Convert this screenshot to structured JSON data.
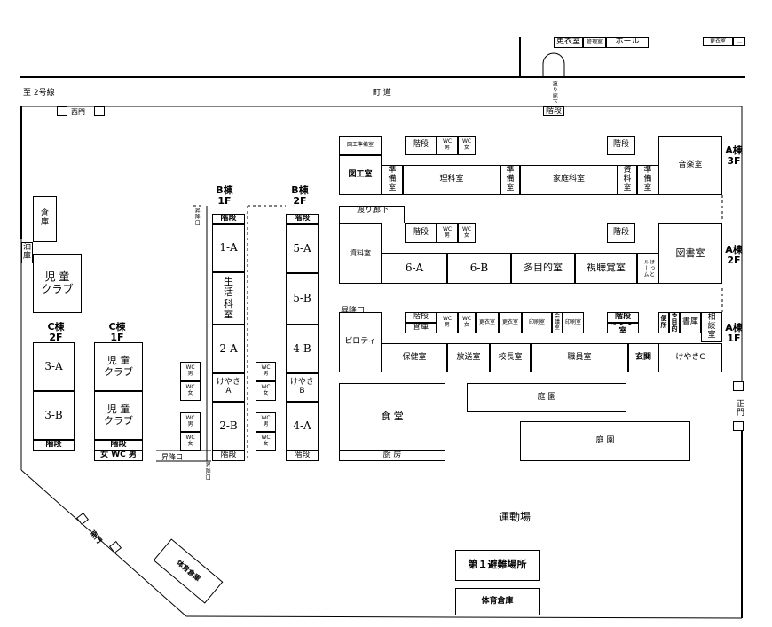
{
  "roads": {
    "route": "至 2号線",
    "street": "町 道"
  },
  "top": {
    "changing": "更衣室",
    "manager": "管理室",
    "hall": "ホール",
    "changing2": "更衣室",
    "tiny": "…",
    "corridor": "渡り廊下",
    "stairs": "階段"
  },
  "gates": {
    "west": "西門",
    "main": "正門",
    "south": "南門"
  },
  "c_bldg": {
    "c2f": "C棟\n2F",
    "c1f": "C棟\n1F",
    "r3a": "3-A",
    "r3b": "3-B",
    "club1": "児 童\nクラブ",
    "club2": "児 童\nクラブ",
    "stairs1": "階段",
    "stairs2": "階段",
    "wc": "女 WC 男"
  },
  "storage": "倉\n庫",
  "oil": "油\n庫",
  "club_main": "児 童\nクラブ",
  "b_bldg": {
    "b1f": "B棟\n1F",
    "b2f": "B棟\n2F",
    "lift": "昇降口",
    "stairs1": "階段",
    "r1a": "1-A",
    "life": "生\n活\n科\n室",
    "r2a": "2-A",
    "keyaki_a": "けやき\nA",
    "r2b": "2-B",
    "stairs_b1": "階段",
    "stairs2": "階段",
    "r5a": "5-A",
    "r5b": "5-B",
    "r4b": "4-B",
    "keyaki_b": "けやき\nB",
    "r4a": "4-A",
    "stairs_b2": "階段",
    "wc_m": "WC\n男",
    "wc_f": "WC\n女",
    "lift2": "昇降口",
    "lift_side": "昇降口"
  },
  "a3f": {
    "label": "A棟\n3F",
    "craft_prep": "図工準備室",
    "craft": "図工室",
    "stairs": "階段",
    "wc_m": "WC\n男",
    "wc_f": "WC\n女",
    "stairs2": "階段",
    "prep1": "準\n備\n室",
    "science": "理科室",
    "prep2": "準\n備\n室",
    "home": "家庭科室",
    "data": "資\n料\n室",
    "prep3": "準\n備\n室",
    "music": "音楽室"
  },
  "a2f": {
    "label": "A棟\n2F",
    "corridor": "渡り廊下",
    "stairs": "階段",
    "wc_m": "WC\n男",
    "wc_f": "WC\n女",
    "stairs2": "階段",
    "materials": "資料室",
    "r6a": "6-A",
    "r6b": "6-B",
    "multi": "多目的室",
    "av": "視聴覚室",
    "hotto": "ほっと\nルーム",
    "library": "図書室"
  },
  "a1f": {
    "label": "A棟\n1F",
    "lift": "昇降口",
    "piloti": "ピロティ",
    "stairs": "階段",
    "storage": "倉庫",
    "wc_m": "WC\n男",
    "wc_f": "WC\n女",
    "changing": "更衣室",
    "changing2": "更衣室",
    "print": "印刷室",
    "small": "会\n議\n室",
    "print2": "印刷室",
    "stairs2": "階段",
    "pump": "ポンプ室",
    "toilet": "便\n所",
    "multi": "多\n目\n的",
    "books": "書庫",
    "consult": "相\n談\n室",
    "health": "保健室",
    "broadcast": "放送室",
    "principal": "校長室",
    "staff": "職員室",
    "entrance": "玄関",
    "keyaki_c": "けやきC"
  },
  "grounds": {
    "cafeteria": "食 堂",
    "kitchen": "厨 房",
    "garden1": "庭 園",
    "garden2": "庭 園",
    "field": "運動場",
    "shelter": "第１避難場所",
    "pe_store": "体育倉庫",
    "pe_store2": "体育倉庫"
  }
}
